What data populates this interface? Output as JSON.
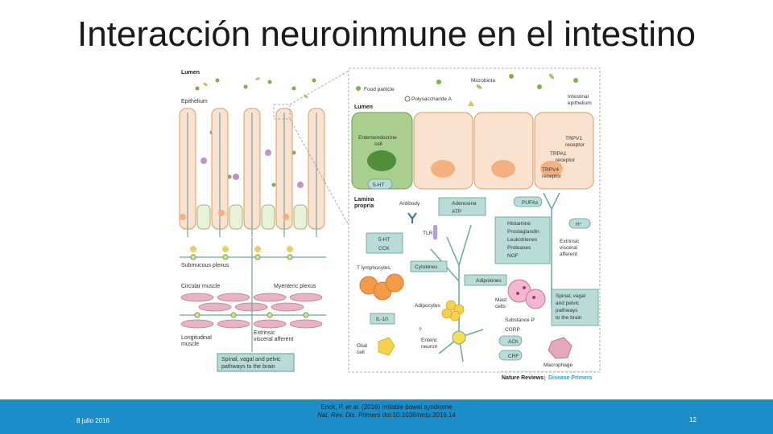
{
  "slide": {
    "title": "Interacción neuroinmune en el intestino",
    "date": "8 julio 2016",
    "page_number": "12"
  },
  "citation": {
    "authors": "Enck, P.",
    "et_al": "et al.",
    "line1_rest": "(2016) Irritable bowel syndrome",
    "journal": "Nat. Rev. Dis. Primers",
    "doi": "doi:10.1038/nrdp.2016.14"
  },
  "figure": {
    "left_panel": {
      "lumen": "Lumen",
      "epithelium": "Epithelium",
      "submucous_plexus": "Submucous plexus",
      "circular_muscle": "Circular muscle",
      "myenteric_plexus": "Myenteric plexus",
      "longitudinal_muscle_1": "Longitudinal",
      "longitudinal_muscle_2": "muscle",
      "extrinsic_1": "Extrinsic",
      "extrinsic_2": "visceral afferent",
      "pathways_1": "Spinal, vagal and pelvic",
      "pathways_2": "pathways to the brain"
    },
    "right_panel": {
      "food_particle": "Food particle",
      "microbiota": "Microbiota",
      "polysaccharide": "Polysaccharide A",
      "lumen": "Lumen",
      "intestinal_epithelium_1": "Intestinal",
      "intestinal_epithelium_2": "epithelium",
      "enteroendocrine_1": "Enteroendocrine",
      "enteroendocrine_2": "cell",
      "trpv1_1": "TRPV1",
      "trpv1_2": "receptor",
      "trpa1_1": "TRPA1",
      "trpa1_2": "receptor",
      "trpv4_1": "TRPV4",
      "trpv4_2": "receptor",
      "five_ht": "5-HT",
      "lamina_1": "Lamina",
      "lamina_2": "propria",
      "antibody": "Antibody",
      "adenosine": "Adenosine",
      "atp": "ATP",
      "pufas": "PUFAs",
      "h_plus": "H⁺",
      "tlr": "TLR",
      "box_5ht": "5-HT",
      "box_cck": "CCK",
      "mediators": [
        "Histamine",
        "Prostaglandin",
        "Leukotrienes",
        "Proteases",
        "NGF"
      ],
      "extrinsic_1": "Extrinsic",
      "extrinsic_2": "visceral",
      "extrinsic_3": "afferent",
      "t_lymphocytes": "T lymphocytes",
      "cytokines": "Cytokines",
      "adipokines": "Adipokines",
      "adipocytes": "Adipocytes",
      "mast_1": "Mast",
      "mast_2": "cells",
      "pathways": [
        "Spinal, vagal",
        "and pelvic",
        "pathways",
        "to the brain"
      ],
      "il10": "IL-10",
      "question": "?",
      "substance_p": "Substance P",
      "cgrp": "CGRP",
      "glial_1": "Glial",
      "glial_2": "cell",
      "enteric_1": "Enteric",
      "enteric_2": "neuron",
      "ach": "ACh",
      "crf": "CRF",
      "macrophage": "Macrophage",
      "publisher": "Nature Reviews",
      "separator": "|",
      "series": "Disease Primers"
    }
  },
  "colors": {
    "footer": "#1b8ec9",
    "box_fill": "#b9dcd9",
    "box_stroke": "#5c9f9b",
    "enteroendocrine": "#a9cf8e",
    "epithelial": "#fbe2cf",
    "nucleus": "#f4b07f",
    "publisher_accent": "#2aa3c9"
  }
}
